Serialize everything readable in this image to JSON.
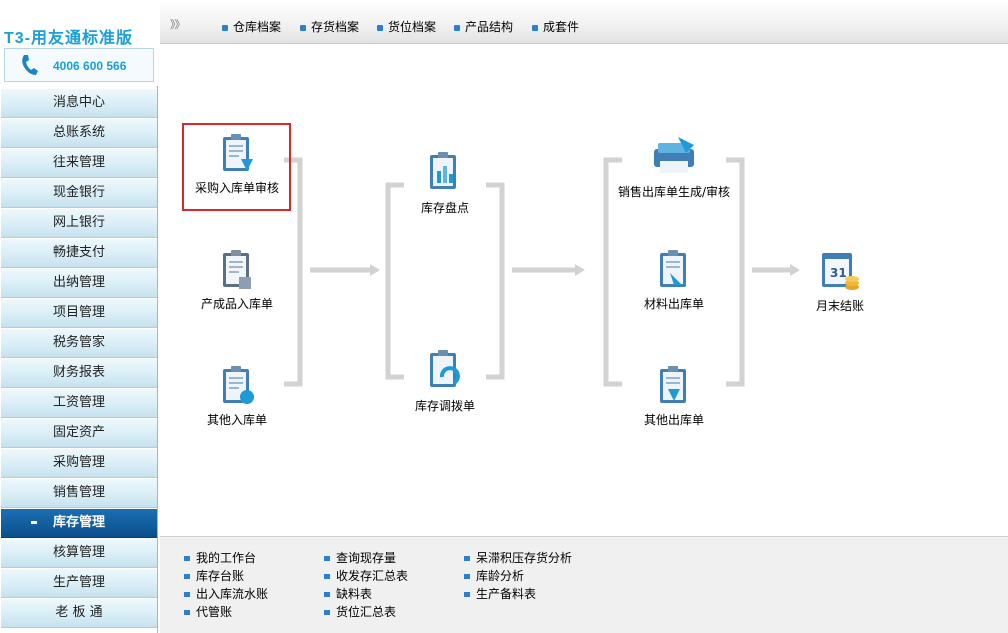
{
  "brand": {
    "title": "T3-用友通标准版",
    "phone": "4006 600 566"
  },
  "nav": [
    {
      "label": "消息中心"
    },
    {
      "label": "总账系统"
    },
    {
      "label": "往来管理"
    },
    {
      "label": "现金银行"
    },
    {
      "label": "网上银行"
    },
    {
      "label": "畅捷支付"
    },
    {
      "label": "出纳管理"
    },
    {
      "label": "项目管理"
    },
    {
      "label": "税务管家"
    },
    {
      "label": "财务报表"
    },
    {
      "label": "工资管理"
    },
    {
      "label": "固定资产"
    },
    {
      "label": "采购管理"
    },
    {
      "label": "销售管理"
    },
    {
      "label": "库存管理",
      "active": true
    },
    {
      "label": "核算管理"
    },
    {
      "label": "生产管理"
    },
    {
      "label": "老 板 通"
    }
  ],
  "toolbar": {
    "chevron": "》》",
    "items": [
      "仓库档案",
      "存货档案",
      "货位档案",
      "产品结构",
      "成套件"
    ]
  },
  "flow": {
    "inbound": [
      "采购入库单审核",
      "产成品入库单",
      "其他入库单"
    ],
    "inventory": [
      "库存盘点",
      "库存调拨单"
    ],
    "outbound": [
      "销售出库单生成/审核",
      "材料出库单",
      "其他出库单"
    ],
    "month_end": "月末结账"
  },
  "quick_links": {
    "col1": [
      "我的工作台",
      "库存台账",
      "出入库流水账",
      "代管账"
    ],
    "col2": [
      "查询现存量",
      "收发存汇总表",
      "缺料表",
      "货位汇总表"
    ],
    "col3": [
      "呆滞积压存货分析",
      "库龄分析",
      "生产备料表"
    ]
  },
  "colors": {
    "accent": "#1b6fb2",
    "highlight": "#d8282c",
    "brand": "#1aa0d8"
  }
}
